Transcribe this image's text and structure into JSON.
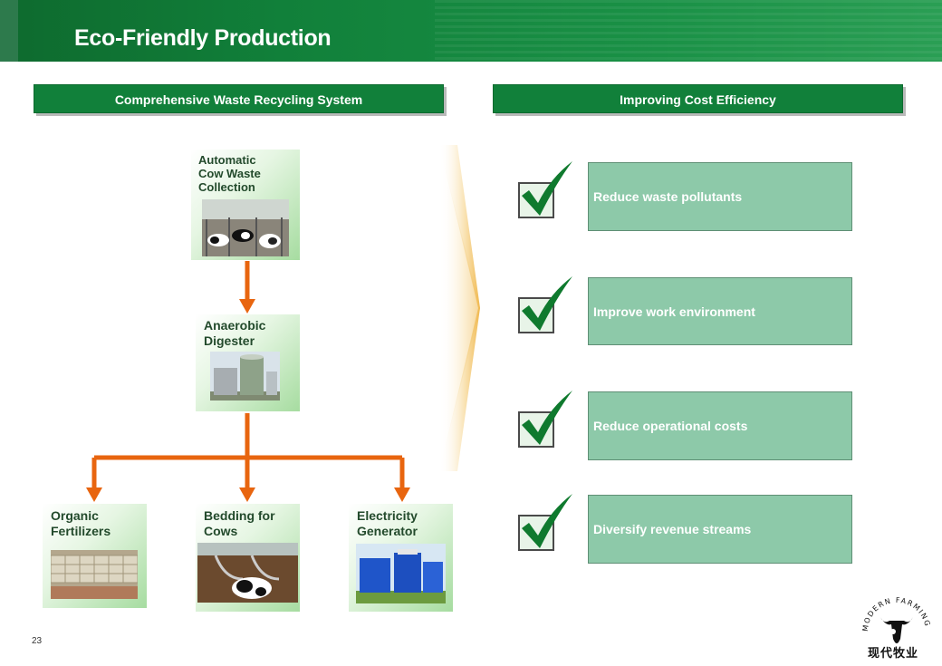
{
  "header": {
    "title": "Eco-Friendly Production"
  },
  "sections": {
    "left": "Comprehensive Waste Recycling System",
    "right": "Improving Cost Efficiency"
  },
  "process": {
    "collection": "Automatic\nCow Waste\nCollection",
    "digester": "Anaerobic\nDigester",
    "fertilizers": "Organic\nFertilizers",
    "bedding": "Bedding for\nCows",
    "electricity": "Electricity\nGenerator"
  },
  "benefits": [
    "Reduce waste pollutants",
    "Improve work environment",
    "Reduce operational costs",
    "Diversify revenue streams"
  ],
  "footer": {
    "page_number": "23",
    "logo_text": "MODERN FARMING",
    "logo_cn": "现代牧业"
  },
  "colors": {
    "brand_green": "#11803a",
    "benefit_fill": "#8dc9a9",
    "arrow_orange": "#e8650f",
    "check_green": "#0f7a2e"
  }
}
